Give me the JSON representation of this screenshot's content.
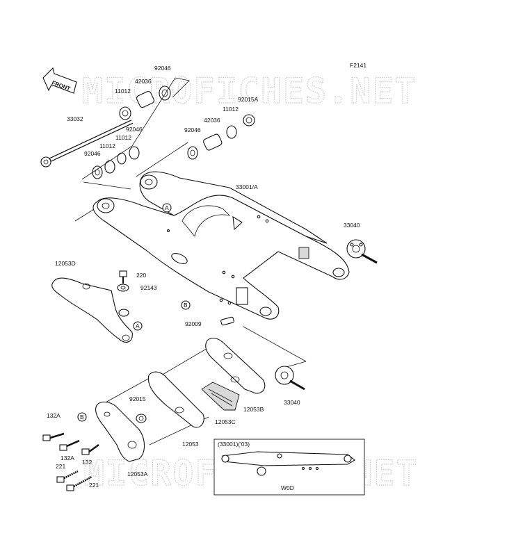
{
  "figure_code": "F2141",
  "watermark": "MICROFICHES.NET",
  "front_arrow_label": "FRONT",
  "inset": {
    "header": "(33001)('03)",
    "footer": "W0D"
  },
  "labels": {
    "l92046_top": "92046",
    "l42036_top": "42036",
    "l11012_top": "11012",
    "l33032": "33032",
    "l92046_a": "92046",
    "l11012_a": "11012",
    "l11012_b": "11012",
    "l92046_b": "92046",
    "l92015A": "92015A",
    "l11012_r": "11012",
    "l42036_r": "42036",
    "l92046_r": "92046",
    "l33001A": "33001/A",
    "l33040_top": "33040",
    "l12053D": "12053D",
    "l220": "220",
    "l92143": "92143",
    "l92009": "92009",
    "l33040_bot": "33040",
    "l92015": "92015",
    "l12053B": "12053B",
    "l12053C": "12053C",
    "l132A_a": "132A",
    "l12053": "12053",
    "l132A_b": "132A",
    "l132": "132",
    "l221_a": "221",
    "l221_b": "221",
    "l12053A": "12053A"
  },
  "ref_marks": {
    "a1": "A",
    "a2": "A",
    "b1": "B",
    "b2": "B"
  }
}
